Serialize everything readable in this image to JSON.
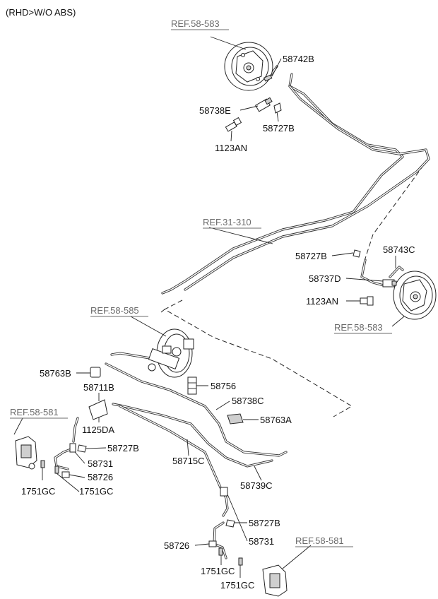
{
  "header": "(RHD>W/O ABS)",
  "refs": {
    "rear_left_drum": "REF.58-583",
    "fuel_line": "REF.31-310",
    "rear_right_drum": "REF.58-583",
    "master_cylinder": "REF.58-585",
    "front_left_caliper": "REF.58-581",
    "front_right_caliper": "REF.58-581"
  },
  "parts": {
    "p58742B": "58742B",
    "p58738E": "58738E",
    "p58727B_top": "58727B",
    "p1123AN_top": "1123AN",
    "p58727B_right": "58727B",
    "p58743C": "58743C",
    "p58737D": "58737D",
    "p1123AN_right": "1123AN",
    "p58763B": "58763B",
    "p58756": "58756",
    "p58711B": "58711B",
    "p58738C": "58738C",
    "p1125DA": "1125DA",
    "p58763A": "58763A",
    "p58727B_left": "58727B",
    "p58731_left": "58731",
    "p58715C": "58715C",
    "p58726_left": "58726",
    "p58739C": "58739C",
    "p1751GC_a": "1751GC",
    "p1751GC_b": "1751GC",
    "p58727B_bottom": "58727B",
    "p58726_bottom": "58726",
    "p58731_bottom": "58731",
    "p1751GC_c": "1751GC",
    "p1751GC_d": "1751GC"
  }
}
